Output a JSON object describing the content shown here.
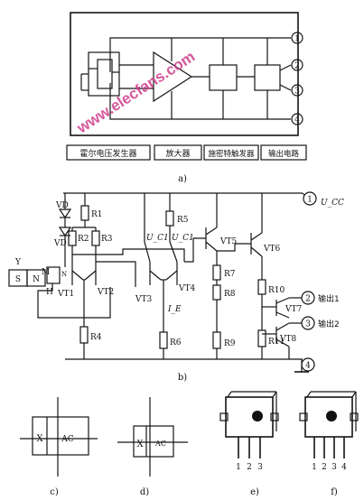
{
  "watermark": "www.elecfans.com",
  "panel_a": {
    "caption": "a)",
    "pins": [
      "1",
      "2",
      "3",
      "4"
    ],
    "blocks": [
      "霍尔电压发生器",
      "放大器",
      "施密特触发器",
      "输出电路"
    ]
  },
  "panel_b": {
    "caption": "b)",
    "supply_label": "U_CC",
    "magnet_labels": [
      "Y",
      "S",
      "N"
    ],
    "hall_labels": [
      "M",
      "H",
      "N"
    ],
    "transistors": [
      "VT1",
      "VT2",
      "VT3",
      "VT4",
      "VT5",
      "VT6",
      "VT7",
      "VT8"
    ],
    "resistors": [
      "R1",
      "R2",
      "R3",
      "R4",
      "R5",
      "R6",
      "R7",
      "R8",
      "R9",
      "R10",
      "R11"
    ],
    "diodes": [
      "VD",
      "VD"
    ],
    "node_labels": [
      "U_C1",
      "U_C1",
      "I_E"
    ],
    "pins": [
      {
        "num": "1",
        "label": "U_CC"
      },
      {
        "num": "2",
        "label": "输出1"
      },
      {
        "num": "3",
        "label": "输出2"
      },
      {
        "num": "4",
        "label": ""
      }
    ]
  },
  "panel_c": {
    "caption": "c)",
    "chip_text": "AC",
    "mark": "X"
  },
  "panel_d": {
    "caption": "d)",
    "chip_text": "AC",
    "mark": "X"
  },
  "panel_e": {
    "caption": "e)",
    "pin_numbers": [
      "1",
      "2",
      "3"
    ]
  },
  "panel_f": {
    "caption": "f)",
    "pin_numbers": [
      "1",
      "2",
      "3",
      "4"
    ]
  }
}
